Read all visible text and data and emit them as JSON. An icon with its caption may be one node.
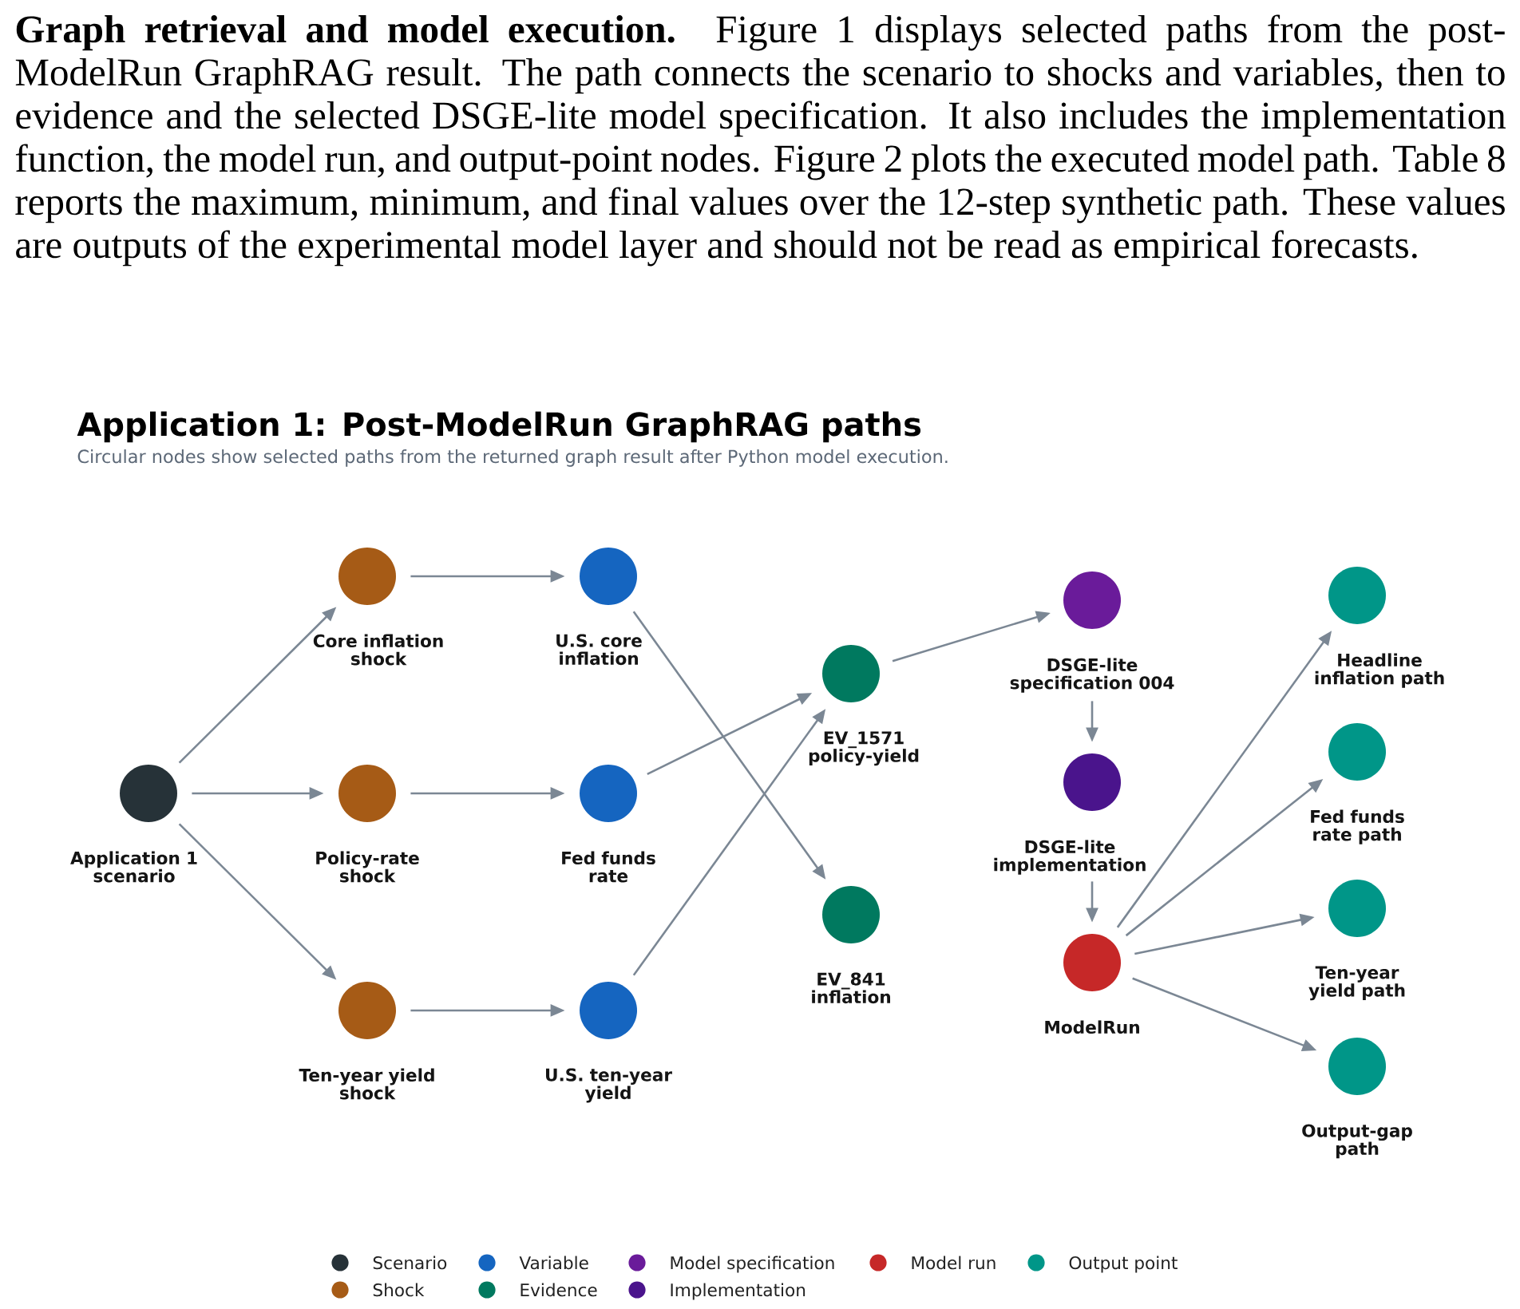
{
  "diagram": {
    "title": "Application 1: Post-ModelRun GraphRAG paths",
    "caption": "Circular nodes show selected paths from the returned graph result after Python model execution.",
    "nodes": [
      {
        "text": [
          "Application 1 scenario"
        ]
      },
      {
        "text": [
          "Core inflation shock"
        ]
      },
      {
        "text": [
          "Policy-rate shock"
        ]
      },
      {
        "text": [
          "Ten-year yield shock"
        ]
      },
      {
        "text": [
          "U.S. core inflation"
        ]
      },
      {
        "text": [
          "Fed funds rate"
        ]
      },
      {
        "text": [
          "U.S. ten-year yield"
        ]
      },
      {
        "text": [
          "EV_1571 policy-yield"
        ]
      },
      {
        "text": [
          "EV_841 inflation"
        ]
      },
      {
        "text": [
          "DSGE-lite specification 004"
        ]
      },
      {
        "text": [
          "DSGE-lite implementation"
        ]
      },
      {
        "text": [
          "ModelRun"
        ]
      },
      {
        "text": [
          "Headline inflation path"
        ]
      },
      {
        "text": [
          "Fed funds rate path"
        ]
      },
      {
        "text": [
          "Ten-year yield path"
        ]
      },
      {
        "text": [
          "Output-gap path"
        ]
      }
    ],
    "edges": [
      {
        "from": 0,
        "to": 1,
        "arrow": "to"
      },
      {
        "from": 0,
        "to": 2,
        "arrow": "to"
      },
      {
        "from": 0,
        "to": 3,
        "arrow": "to"
      },
      {
        "from": 1,
        "to": 4,
        "arrow": "to"
      },
      {
        "from": 2,
        "to": 5,
        "arrow": "to"
      },
      {
        "from": 3,
        "to": 6,
        "arrow": "to"
      },
      {
        "from": 4,
        "to": 8,
        "arrow": "to"
      },
      {
        "from": 5,
        "to": 7,
        "arrow": "to"
      },
      {
        "from": 6,
        "to": 7,
        "arrow": "to"
      },
      {
        "from": 7,
        "to": 9,
        "arrow": "to"
      },
      {
        "from": 9,
        "to": 10,
        "arrow": "to"
      },
      {
        "from": 10,
        "to": 11,
        "arrow": "to"
      },
      {
        "from": 11,
        "to": 12,
        "arrow": "to"
      },
      {
        "from": 11,
        "to": 13,
        "arrow": "to"
      },
      {
        "from": 11,
        "to": 14,
        "arrow": "to"
      },
      {
        "from": 11,
        "to": 15,
        "arrow": "to"
      }
    ],
    "labels": [
      "**Graph retrieval and model execution.** Figure 1 displays selected paths from the post-ModelRun GraphRAG result. The path connects the scenario to shocks and variables, then to evidence and the selected DSGE-lite model specification. It also includes the implementation function, the model run, and output-point nodes. Figure 2 plots the executed model path. Table 8 reports the maximum, minimum, and final values over the 12-step synthetic path. These values are outputs of the experimental model layer and should not be read as empirical forecasts."
    ],
    "legend": [
      {
        "text": "Scenario",
        "color": "#263238"
      },
      {
        "text": "Shock",
        "color": "#a65b16"
      },
      {
        "text": "Variable",
        "color": "#1565c0"
      },
      {
        "text": "Evidence",
        "color": "#00795f"
      },
      {
        "text": "Model specification",
        "color": "#6a1b9a"
      },
      {
        "text": "Implementation",
        "color": "#4a148c"
      },
      {
        "text": "Model run",
        "color": "#c62828"
      },
      {
        "text": "Output point",
        "color": "#009688"
      }
    ]
  }
}
